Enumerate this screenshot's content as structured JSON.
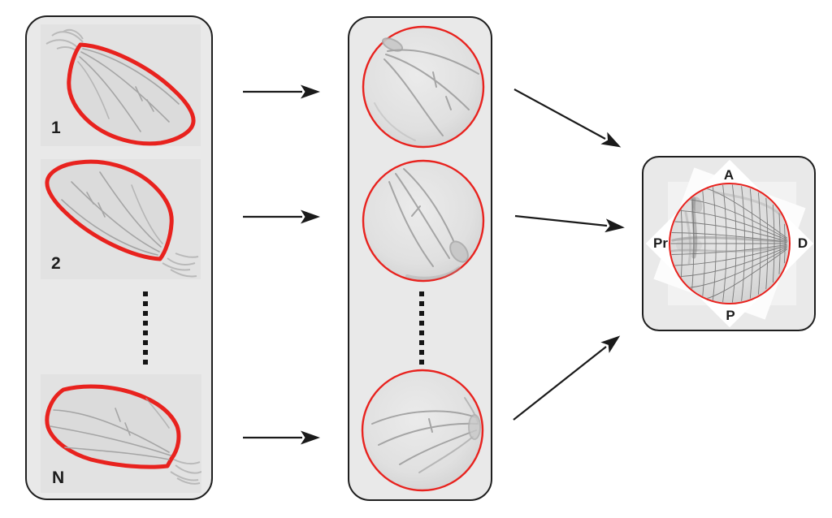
{
  "figure": {
    "left_panel": {
      "description": "stack of wing micrographs with red outlines",
      "item_labels": [
        "1",
        "2",
        "N"
      ]
    },
    "middle_panel": {
      "description": "wings mapped to unit discs with red circular boundary"
    },
    "right_panel": {
      "description": "registered wing disc with deformed grid",
      "axis_labels": {
        "anterior": "A",
        "posterior": "P",
        "proximal": "Pr",
        "distal": "D"
      }
    },
    "colors": {
      "outline_red": "#e8221e",
      "panel_bg": "#e9e9e9",
      "panel_border": "#1f1f1f",
      "tile_bg": "#e2e2e2",
      "arrow_black": "#1a1a1a",
      "grid_gray": "#606060",
      "label_black": "#1c1c1c",
      "white_square": "#ffffff"
    }
  }
}
